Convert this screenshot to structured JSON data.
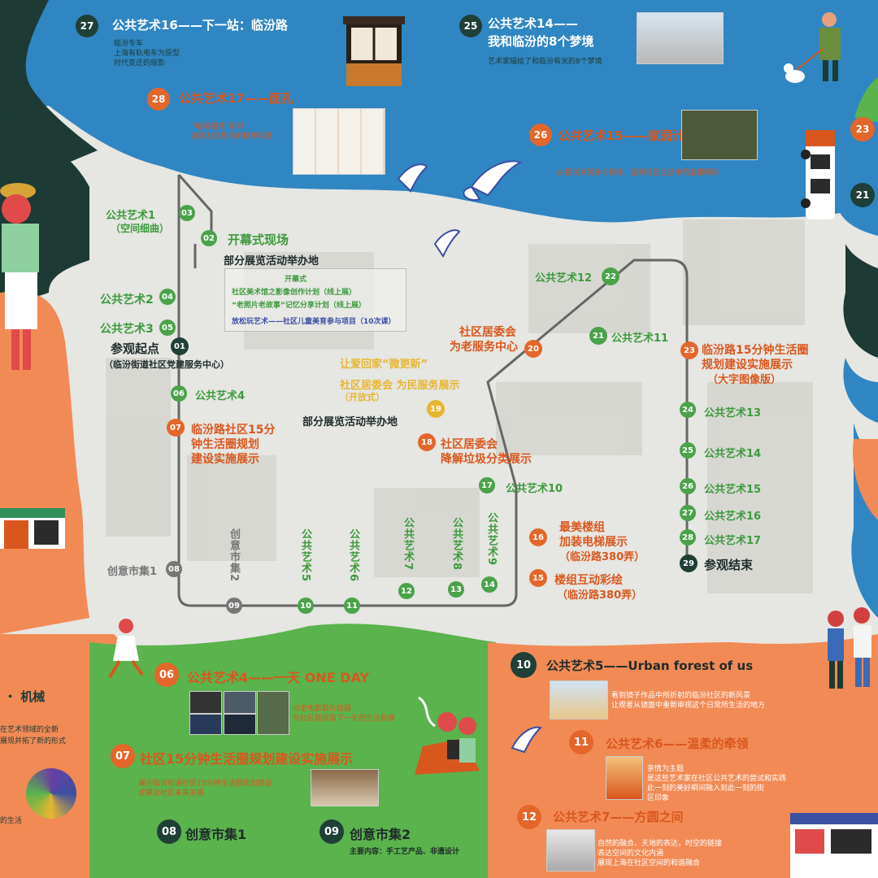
{
  "colors": {
    "blue": "#2f86c2",
    "green": "#5ab34c",
    "orange": "#f28a55",
    "darkgreen": "#1d3a34",
    "stop_green": "#4aa24a",
    "stop_orange": "#e4662a"
  },
  "top_items": {
    "i27": {
      "num": "27",
      "title": "公共艺术16——下一站：临汾路",
      "desc1": "临汾专车",
      "desc2": "上海有轨电车为原型",
      "desc3": "时代变迁的缩影"
    },
    "i25": {
      "num": "25",
      "title1": "公共艺术14——",
      "title2": "我和临汾的8个梦境",
      "desc": "艺术家描绘了和临汾有关的8个梦境"
    },
    "i28": {
      "num": "28",
      "title": "公共艺术17——面孔",
      "desc1": "“临汾面孔”系列",
      "desc2": "展现社区居民的精神风貌"
    },
    "i26": {
      "num": "26",
      "title": "公共艺术15——家园计划",
      "desc": "由居民共同参与制作，呈现社区生活中的温暖瞬间"
    },
    "i23": {
      "num": "23"
    },
    "i21": {
      "num": "21"
    }
  },
  "map": {
    "labels": {
      "pa1a": "公共艺术1",
      "pa1b": "（空间细曲）",
      "s02": "开幕式现场",
      "venue1": "部分展览活动举办地",
      "box1": "开幕式",
      "box2": "社区美术馆之影像创作计划（线上展）",
      "box3": "“老照片老故事”记忆分享计划（线上展）",
      "box4": "放松玩艺术——社区儿童美育参与项目（10次课）",
      "pa2": "公共艺术2",
      "pa3": "公共艺术3",
      "start": "参观起点",
      "start_sub": "（临汾街道社区党建服务中心）",
      "pa4": "公共艺术4",
      "s07_1": "临汾路社区15分",
      "s07_2": "钟生活圈规划",
      "s07_3": "建设实施展示",
      "s19_1": "让爱回家“微更新”",
      "s19_2": "社区居委会 为民服务展示",
      "s19_3": "（开放式）",
      "venue2": "部分展览活动举办地",
      "s18_1": "社区居委会",
      "s18_2": "降解垃圾分类展示",
      "s20_1": "社区居委会",
      "s20_2": "为老服务中心",
      "pa12": "公共艺术12",
      "pa11": "公共艺术11",
      "s23_1": "临汾路15分钟生活圈",
      "s23_2": "规划建设实施展示",
      "s23_3": "（大字图像版）",
      "pa13": "公共艺术13",
      "pa14": "公共艺术14",
      "pa15": "公共艺术15",
      "pa16": "公共艺术16",
      "pa17": "公共艺术17",
      "end": "参观结束",
      "pa10": "公共艺术10",
      "s16_1": "最美楼组",
      "s16_2": "加装电梯展示",
      "s16_3": "（临汾路380弄）",
      "s15_1": "楼组互动彩绘",
      "s15_2": "（临汾路380弄）",
      "market1": "创意市集1",
      "market2": "创意市集2",
      "v5": "公共艺术5",
      "v6": "公共艺术6",
      "v7": "公共艺术7",
      "v8": "公共艺术8",
      "v9": "公共艺术9"
    },
    "stops": [
      "01",
      "02",
      "03",
      "04",
      "05",
      "06",
      "07",
      "08",
      "09",
      "10",
      "11",
      "12",
      "13",
      "14",
      "15",
      "16",
      "17",
      "18",
      "19",
      "20",
      "21",
      "22",
      "23",
      "24",
      "25",
      "26",
      "27",
      "28",
      "29"
    ]
  },
  "bottom": {
    "left_frag1": "・ 机械",
    "left_frag2": "在艺术领域的全新",
    "left_frag3": "展现并拓了新的形式",
    "left_frag4": "的生活",
    "i06": {
      "num": "06",
      "title": "公共艺术4——一天 ONE DAY",
      "desc1": "以老电影胶片拍摄",
      "desc2": "为社区居民留下一天的生活影像"
    },
    "i07": {
      "num": "07",
      "title": "社区15分钟生活圈规划建设实施展示",
      "desc1": "展示临汾街道社区15分钟生活圈规划建设",
      "desc2": "成果及社区未来发展"
    },
    "i08": {
      "num": "08",
      "title": "创意市集1"
    },
    "i09": {
      "num": "09",
      "title": "创意市集2",
      "desc": "主要内容：手工艺产品、非遗设计"
    },
    "i10": {
      "num": "10",
      "title": "公共艺术5——Urban forest of us",
      "desc1": "看到镜子作品中所折射的临汾社区的新风景",
      "desc2": "让观者从镜面中重新审视这个日常所生活的地方"
    },
    "i11": {
      "num": "11",
      "title": "公共艺术6——温柔的牵领",
      "desc1": "亲情为主题",
      "desc2": "是这些艺术家在社区公共艺术的尝试和实践",
      "desc3": "此一刻的美好瞬间融入到此一刻的街",
      "desc4": "区印象"
    },
    "i12": {
      "num": "12",
      "title": "公共艺术7——方圆之间",
      "desc1": "自然的融合、天地的表达，时空的链接",
      "desc2": "表达空间的文化内涵",
      "desc3": "展现上海在社区空间的和谐融合"
    }
  }
}
